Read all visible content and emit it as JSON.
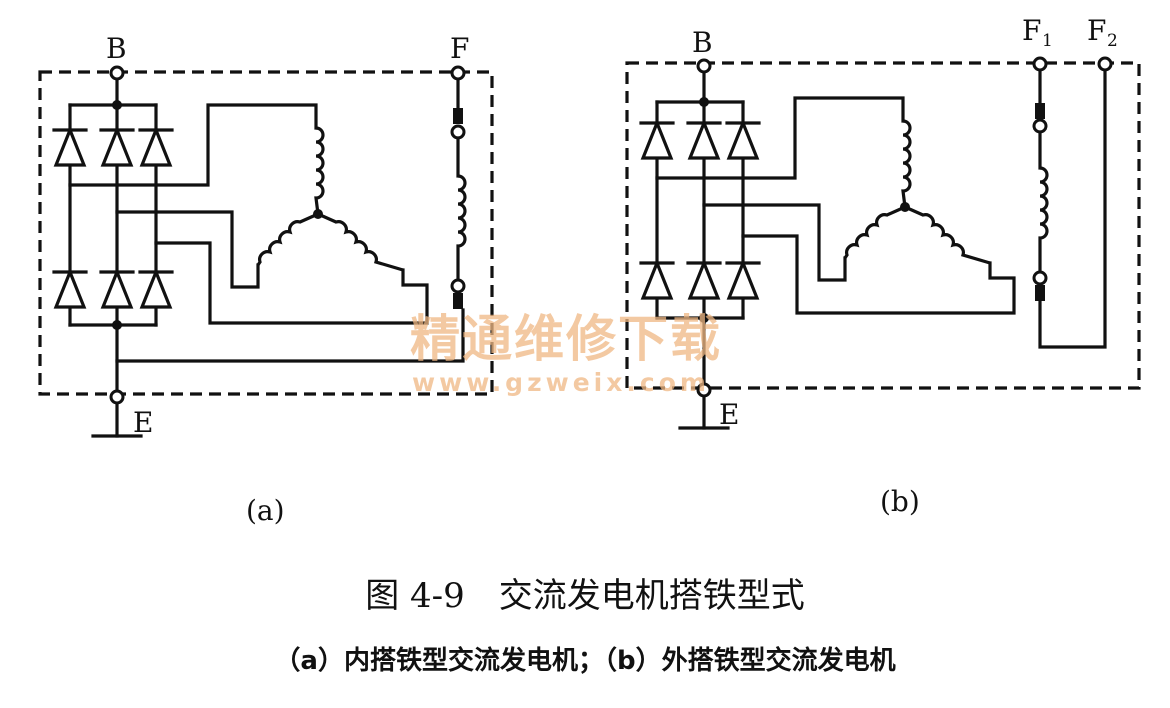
{
  "labels": {
    "a": {
      "B": "B",
      "F": "F",
      "E": "E",
      "panel": "(a)"
    },
    "b": {
      "B": "B",
      "F1": "F",
      "F1_sub": "1",
      "F2": "F",
      "F2_sub": "2",
      "E": "E",
      "panel": "(b)"
    }
  },
  "watermark": {
    "cn": "精通维修下载",
    "url": "www.gzweix.com"
  },
  "caption": {
    "title": "图 4-9　交流发电机搭铁型式",
    "subtitle": "（a）内搭铁型交流发电机；（b）外搭铁型交流发电机"
  },
  "colors": {
    "ink": "#111111",
    "watermark": "#f0b884"
  }
}
